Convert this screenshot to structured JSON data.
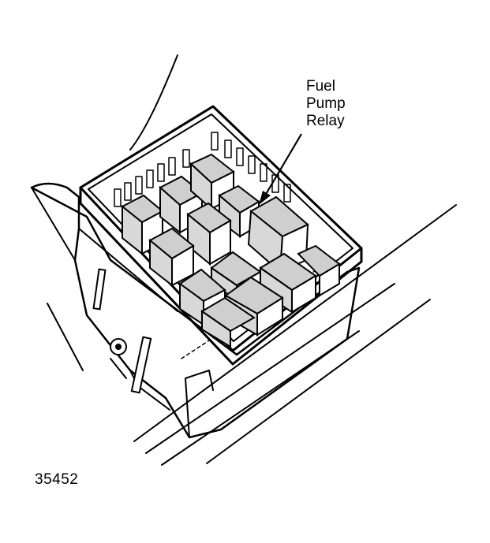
{
  "callout": {
    "lines": [
      "Fuel",
      "Pump",
      "Relay"
    ]
  },
  "figure_number": "35452"
}
